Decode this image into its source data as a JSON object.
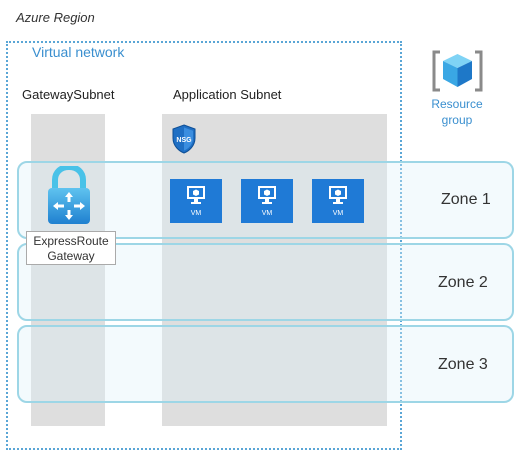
{
  "region": {
    "label": "Azure Region"
  },
  "vnet": {
    "label": "Virtual network"
  },
  "subnets": {
    "gateway": {
      "label": "GatewaySubnet"
    },
    "application": {
      "label": "Application Subnet"
    }
  },
  "nsg": {
    "label": "NSG",
    "icon": "nsg-shield-icon"
  },
  "zones": [
    {
      "label": "Zone 1"
    },
    {
      "label": "Zone 2"
    },
    {
      "label": "Zone 3"
    }
  ],
  "vms": [
    {
      "label": "VM"
    },
    {
      "label": "VM"
    },
    {
      "label": "VM"
    }
  ],
  "gateway": {
    "line1": "ExpressRoute",
    "line2": "Gateway",
    "icon": "expressroute-lock-icon"
  },
  "resource_group": {
    "line1": "Resource",
    "line2": "group",
    "icon": "resource-group-cube-icon"
  },
  "colors": {
    "azure_blue": "#1f7ad6",
    "vnet_border": "#5aa6d6",
    "zone_border": "#9dd6e6",
    "subnet_fill": "#dedede"
  }
}
